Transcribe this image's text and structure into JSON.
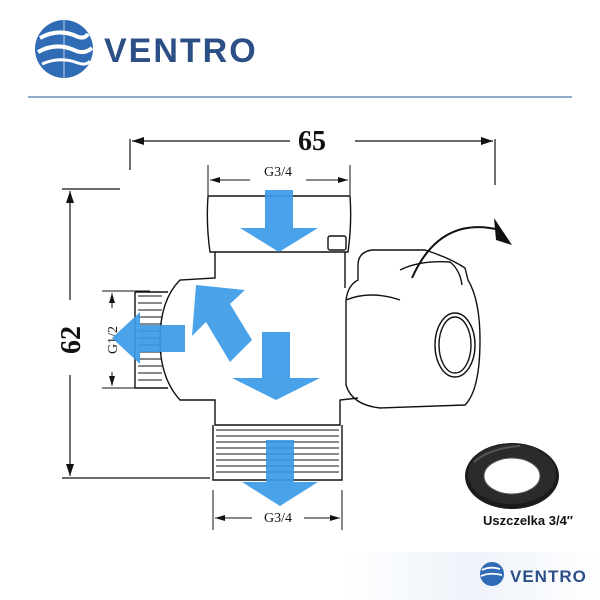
{
  "brand": {
    "name": "VENTRO",
    "footer_name": "VENTRO",
    "color_primary": "#2f6cb5",
    "color_text": "#2c4f86"
  },
  "diagram": {
    "dim_width": "65",
    "dim_height": "62",
    "thread_top": "G3/4",
    "thread_bottom": "G3/4",
    "thread_side": "G1/2",
    "arrow_color": "#3b9be8"
  },
  "gasket": {
    "label": "Uszczelka 3/4″"
  }
}
